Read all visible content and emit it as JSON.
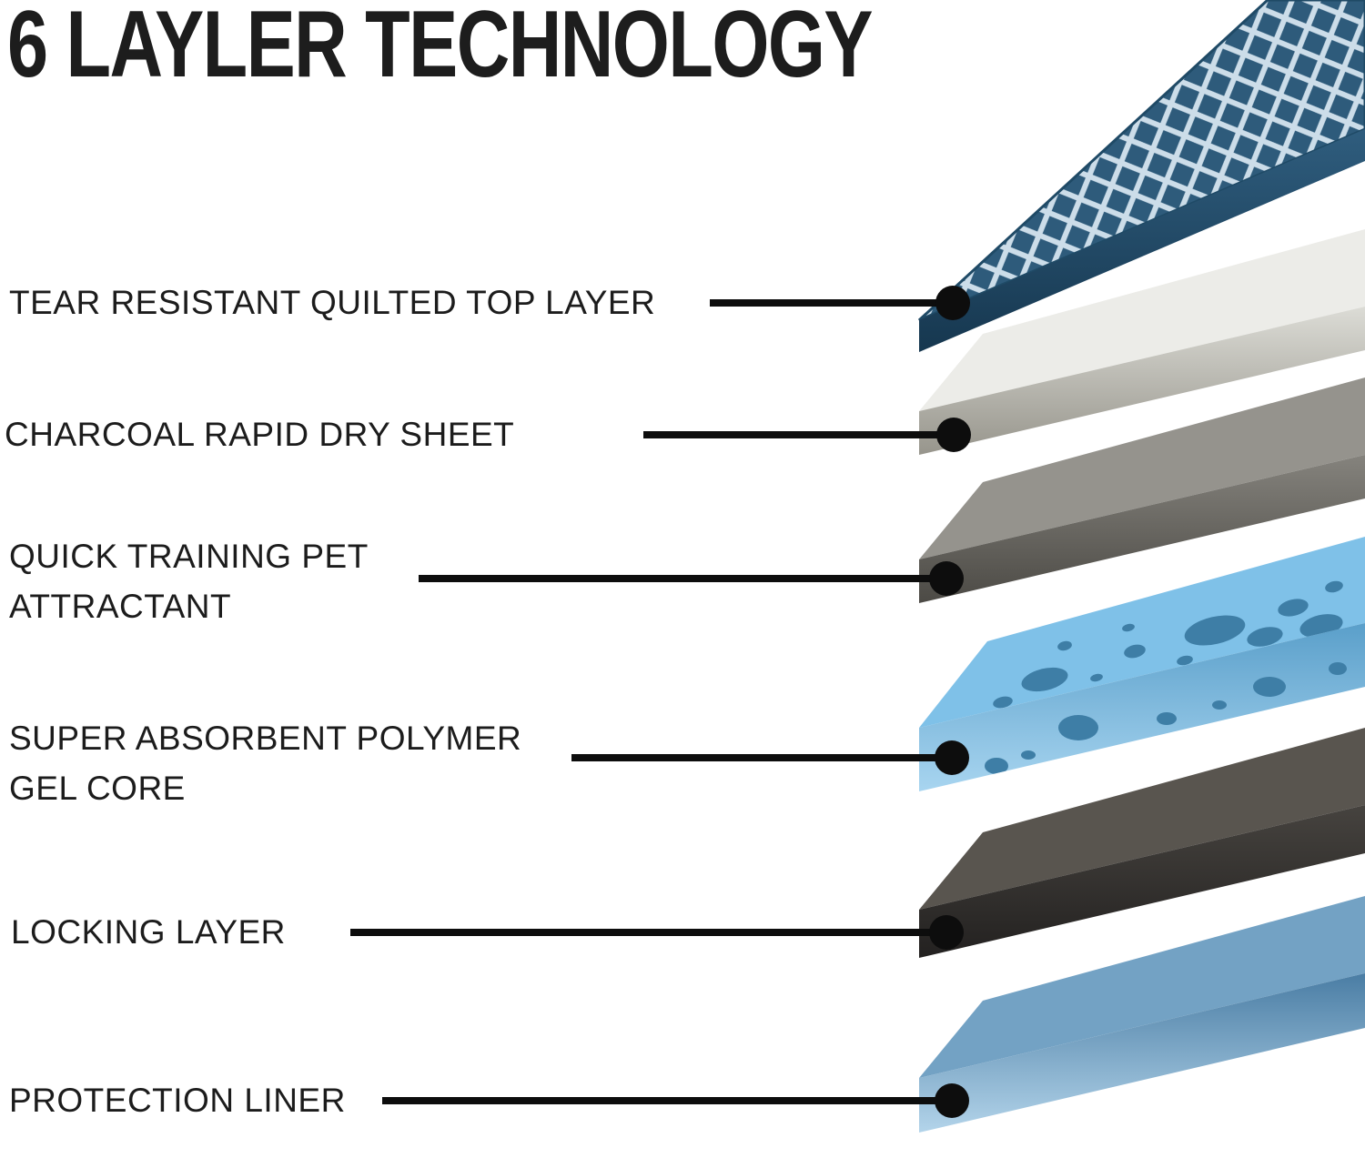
{
  "title": "6 LAYLER TECHNOLOGY",
  "callout_color": "#0d0d0d",
  "layers": [
    {
      "label": "TEAR RESISTANT QUILTED TOP LAYER",
      "top_color": "#2e5b7b",
      "mesh_line_color": "#ccdde9",
      "edge_top": "#2f5d7e",
      "edge_bottom": "#16374f"
    },
    {
      "label": "CHARCOAL RAPID DRY SHEET",
      "top_color": "#ecece8",
      "edge_top": "#dcdcd6",
      "edge_bottom": "#97958c"
    },
    {
      "label": "QUICK TRAINING PET\nATTRACTANT",
      "top_color": "#95938d",
      "edge_top": "#85837d",
      "edge_bottom": "#4c4a45"
    },
    {
      "label": "SUPER ABSORBENT POLYMER\nGEL CORE",
      "top_color": "#7fc1e8",
      "spot_color": "#3e7ea6",
      "edge_top": "#5a9fca",
      "edge_bottom": "#a8d5f0"
    },
    {
      "label": "LOCKING LAYER",
      "top_color": "#59554f",
      "edge_top": "#46433f",
      "edge_bottom": "#232120"
    },
    {
      "label": "PROTECTION LINER",
      "top_color": "#73a2c4",
      "edge_top": "#4a7da4",
      "edge_bottom": "#b3d4ea"
    }
  ]
}
